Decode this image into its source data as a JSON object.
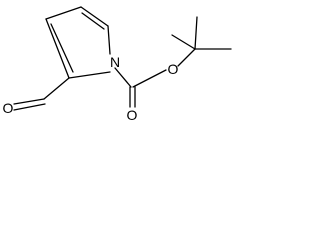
{
  "molecule": {
    "atoms": {
      "ring_nitrogen": "N",
      "aldehyde_oxygen": "O",
      "carbonyl_oxygen": "O",
      "ester_oxygen": "O"
    },
    "colors": {
      "bond": "#000000",
      "label": "#000000",
      "background": "#ffffff"
    }
  }
}
